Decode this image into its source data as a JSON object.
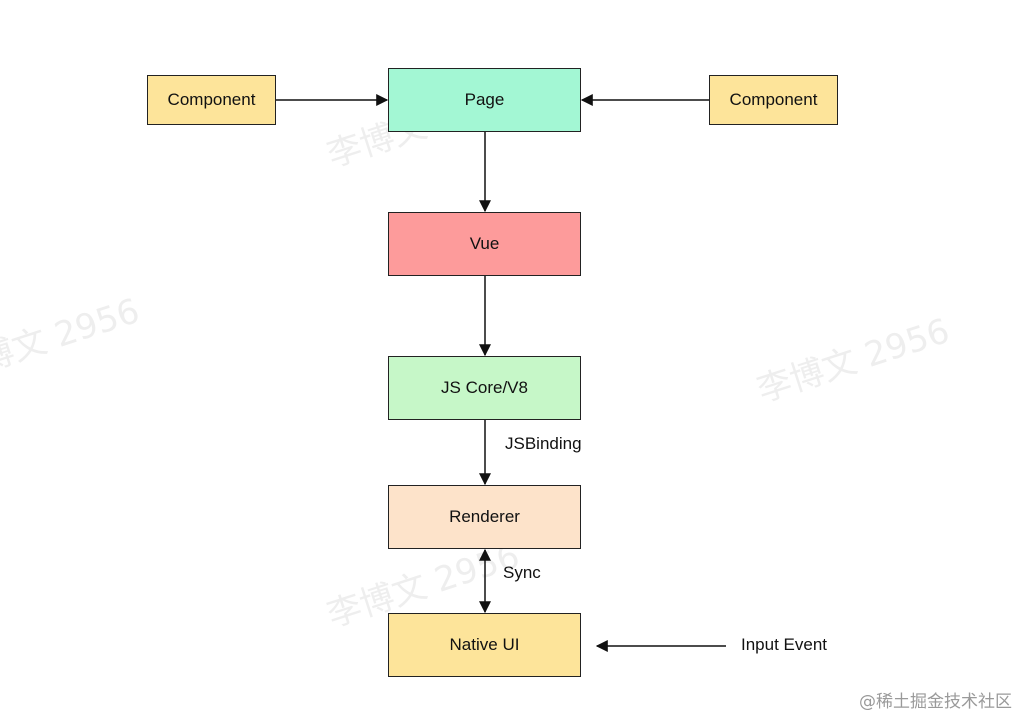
{
  "colors": {
    "component_fill": "#fde49a",
    "page_fill": "#a3f7d4",
    "vue_fill": "#fd9b9b",
    "jscore_fill": "#c6f7c8",
    "renderer_fill": "#fde3ca",
    "native_fill": "#fde49a",
    "stroke": "#222222"
  },
  "nodes": {
    "component_left": "Component",
    "page": "Page",
    "component_right": "Component",
    "vue": "Vue",
    "js_core": "JS Core/V8",
    "renderer": "Renderer",
    "native_ui": "Native UI"
  },
  "edge_labels": {
    "jsbinding": "JSBinding",
    "sync": "Sync",
    "input_event": "Input Event"
  },
  "watermark": {
    "text": "李博文 2956"
  },
  "credit": "@稀土掘金技术社区"
}
